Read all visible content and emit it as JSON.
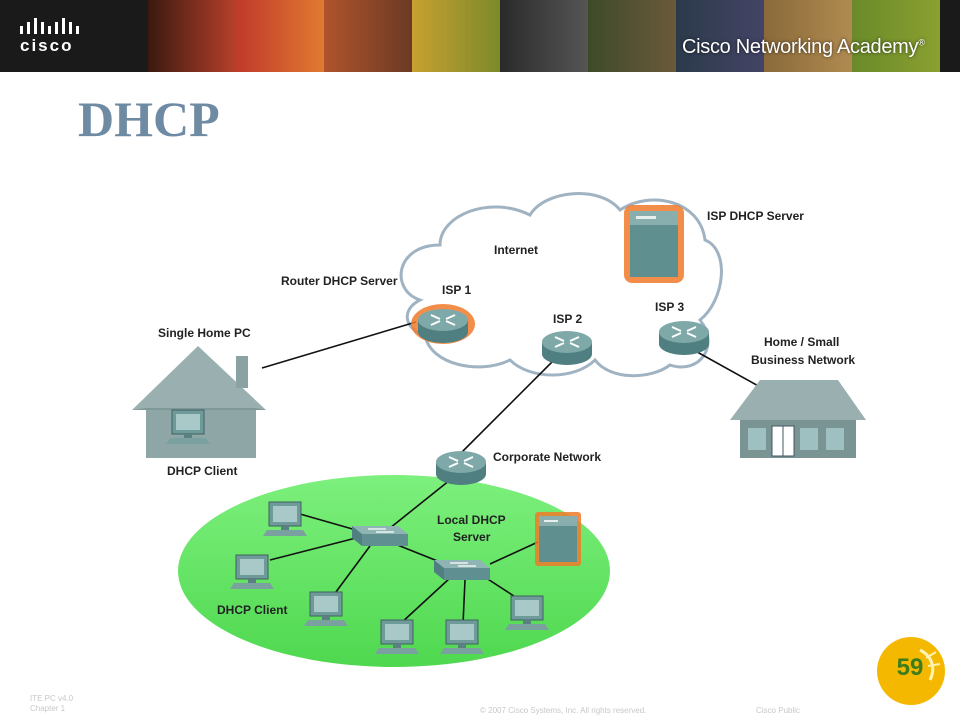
{
  "header": {
    "logo_text": "cisco",
    "academy_text": "Cisco Networking Academy",
    "trademark": "®"
  },
  "slide": {
    "title": "DHCP",
    "page_number": "59"
  },
  "diagram": {
    "labels": {
      "internet": "Internet",
      "isp_dhcp_server": "ISP DHCP Server",
      "router_dhcp_server": "Router DHCP Server",
      "isp1": "ISP 1",
      "isp2": "ISP 2",
      "isp3": "ISP 3",
      "single_home_pc": "Single Home PC",
      "home_small_line1": "Home / Small",
      "home_small_line2": "Business Network",
      "dhcp_client_home": "DHCP Client",
      "corporate_network": "Corporate Network",
      "local_dhcp_line1": "Local DHCP",
      "local_dhcp_line2": "Server",
      "dhcp_client_lan": "DHCP Client"
    },
    "colors": {
      "highlight_glow": "#f07a2a",
      "lan_green": "#66e866",
      "device_teal": "#5f8f8f",
      "house_grey": "#8fa6a6"
    }
  },
  "footer": {
    "course": "ITE PC v4.0",
    "chapter": "Chapter 1",
    "copyright": "© 2007 Cisco Systems, Inc. All rights reserved.",
    "classification": "Cisco Public"
  }
}
